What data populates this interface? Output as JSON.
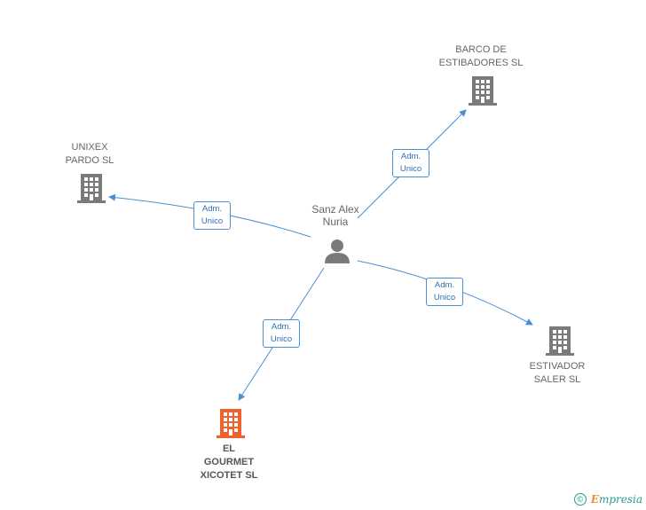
{
  "center": {
    "name_line1": "Sanz Alex",
    "name_line2": "Nuria"
  },
  "companies": {
    "barco": {
      "line1": "BARCO DE",
      "line2": "ESTIBADORES SL"
    },
    "unixex": {
      "line1": "UNIXEX",
      "line2": "PARDO SL"
    },
    "estivador": {
      "line1": "ESTIVADOR",
      "line2": "SALER SL"
    },
    "gourmet": {
      "line1": "EL",
      "line2": "GOURMET",
      "line3": "XICOTET SL"
    }
  },
  "roles": {
    "barco": {
      "line1": "Adm.",
      "line2": "Unico"
    },
    "unixex": {
      "line1": "Adm.",
      "line2": "Unico"
    },
    "estivador": {
      "line1": "Adm.",
      "line2": "Unico"
    },
    "gourmet": {
      "line1": "Adm.",
      "line2": "Unico"
    }
  },
  "colors": {
    "edge": "#4a8fd6",
    "building": "#7a7a7a",
    "building_highlight": "#f0622d",
    "person": "#7a7a7a"
  },
  "footer": {
    "copyright_symbol": "©",
    "brand_initial": "E",
    "brand_rest": "mpresia"
  }
}
